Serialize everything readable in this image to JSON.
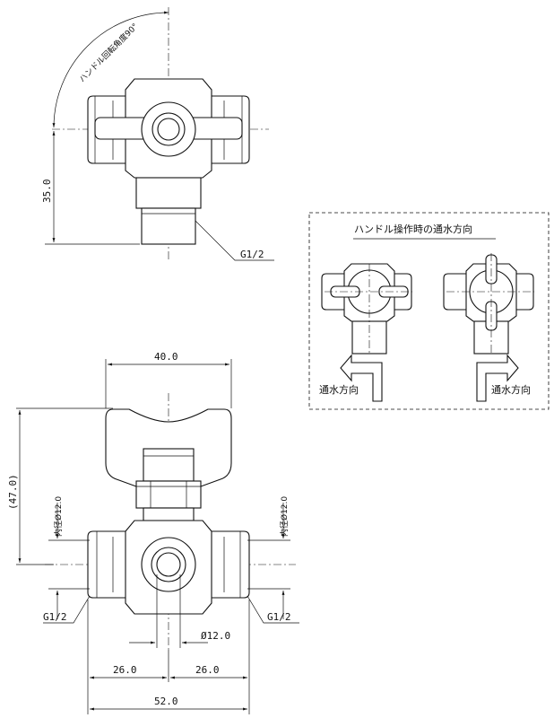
{
  "top_view": {
    "rotation_label": "ハンドル回転角度90°",
    "dim_height": "35.0",
    "thread_label": "G1/2"
  },
  "legend": {
    "title": "ハンドル操作時の通水方向",
    "flow_left": "通水方向",
    "flow_right": "通水方向"
  },
  "front_view": {
    "dim_width_top": "40.0",
    "dim_height": "(47.0)",
    "inner_left": "内径Ø12.0",
    "inner_right": "内径Ø12.0",
    "thread_left": "G1/2",
    "thread_right": "G1/2",
    "dim_bore": "Ø12.0",
    "dim_left": "26.0",
    "dim_right": "26.0",
    "dim_total": "52.0"
  }
}
